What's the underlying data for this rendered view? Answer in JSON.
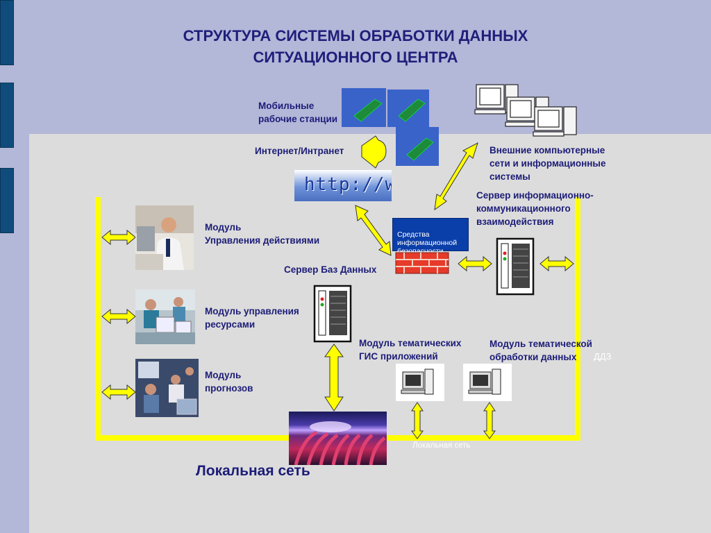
{
  "title": "СТРУКТУРА СИСТЕМЫ ОБРАБОТКИ ДАННЫХ\nСИТУАЦИОННОГО ЦЕНТРА",
  "labels": {
    "mobile_stations": "Мобильные\nрабочие станции",
    "internet": "Интернет/Интранет",
    "external_networks": "Внешние компьютерные\nсети и информационные\nсистемы",
    "ic_server": "Сервер информационно-\nкоммуникационного\nвзаимодействия",
    "security": "Средства\nинформационной\nбезопасности",
    "db_server": "Сервер Баз Данных",
    "module_actions": "Модуль\nУправления  действиями",
    "module_resources": "Модуль управления\nресурсами",
    "module_forecast": "Модуль\nпрогнозов",
    "module_gis": "Модуль тематических\nГИС приложений",
    "module_thematic": "Модуль тематической\nобработки данных",
    "ddz": "ДДЗ",
    "lan_small": "Локальная сеть",
    "lan_big": "Локальная сеть",
    "http_text": "http://www"
  },
  "colors": {
    "background": "#b3b7d8",
    "panel": "#dcdcdc",
    "title": "#1f1f7a",
    "bus": "#ffff00",
    "security_box": "#0a3ea8"
  }
}
